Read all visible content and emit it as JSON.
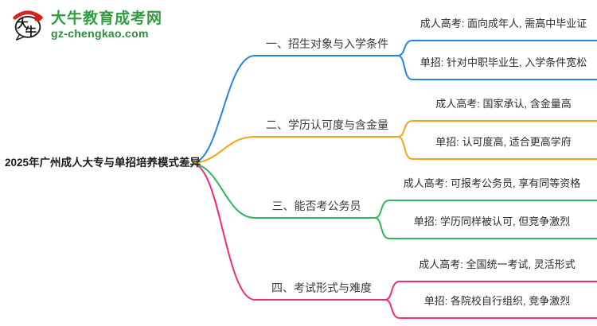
{
  "logo": {
    "site_name": "大牛教育成考网",
    "site_domain": "gz-chengkao.com",
    "brand_color": "#2f9e41"
  },
  "root": {
    "title": "2025年广州成人大专与单招培养模式差异"
  },
  "branches": [
    {
      "label": "一、招生对象与入学条件",
      "color": "#2585e4",
      "leaves": [
        "成人高考: 面向成年人, 需高中毕业证",
        "单招: 针对中职毕业生, 入学条件宽松"
      ]
    },
    {
      "label": "二、学历认可度与含金量",
      "color": "#f7a319",
      "leaves": [
        "成人高考: 国家承认, 含金量高",
        "单招: 认可度高, 适合更高学府"
      ]
    },
    {
      "label": "三、能否考公务员",
      "color": "#2cb85c",
      "leaves": [
        "成人高考: 可报考公务员, 享有同等资格",
        "单招: 学历同样被认可, 但竞争激烈"
      ]
    },
    {
      "label": "四、考试形式与难度",
      "color": "#ef2b7c",
      "leaves": [
        "成人高考: 全国统一考试, 灵活形式",
        "单招: 各院校自行组织, 竞争激烈"
      ]
    }
  ]
}
